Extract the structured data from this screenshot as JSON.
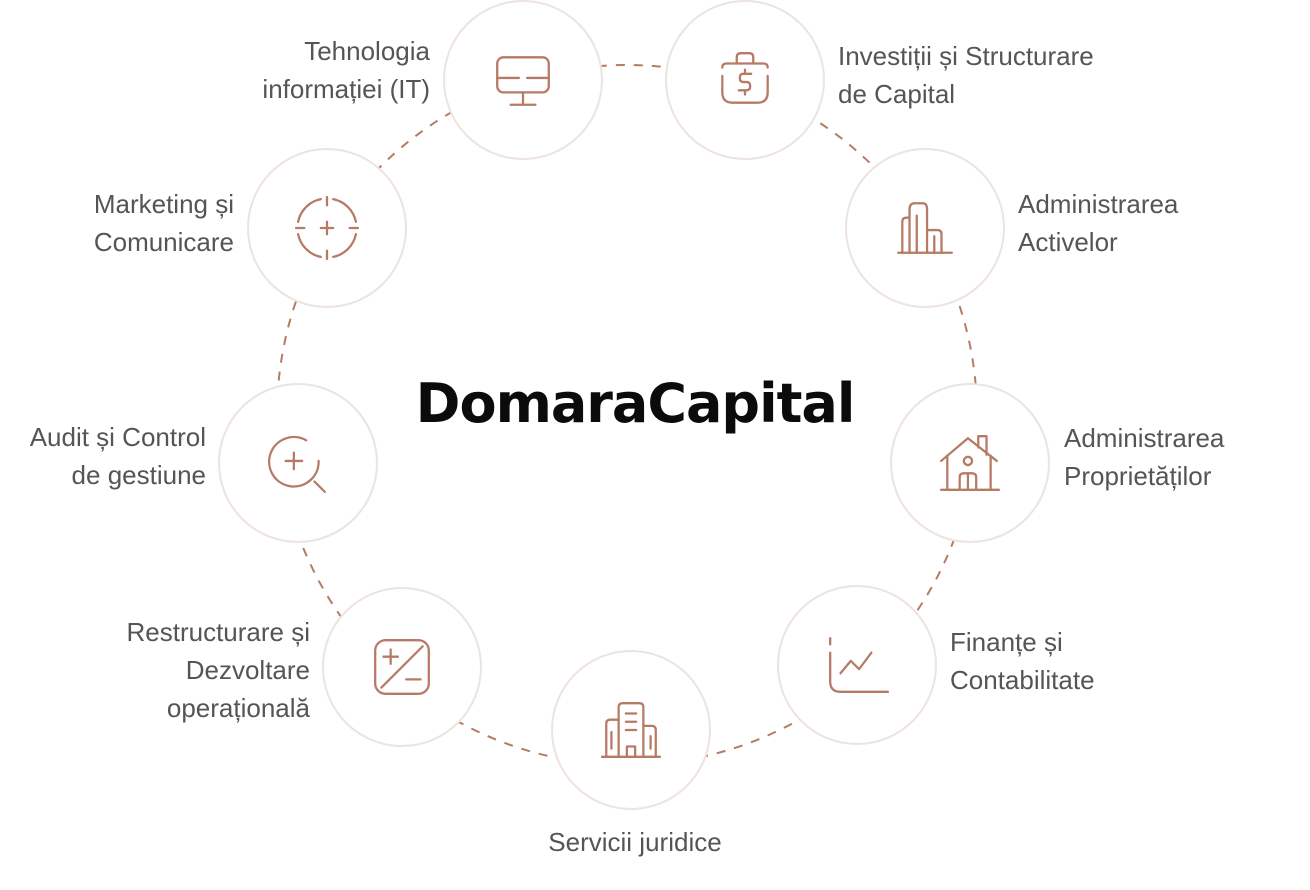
{
  "brand": "DomaraCapital",
  "colors": {
    "accent": "#b67a65",
    "circle_border": "#ede3df",
    "text": "#555555"
  },
  "services": [
    {
      "icon": "monitor-icon",
      "lines": [
        "Tehnologia",
        "informației (IT)"
      ]
    },
    {
      "icon": "money-bag-icon",
      "lines": [
        "Investiții și Structurare",
        "de Capital"
      ]
    },
    {
      "icon": "buildings-chart-icon",
      "lines": [
        "Administrarea",
        "Activelor"
      ]
    },
    {
      "icon": "house-icon",
      "lines": [
        "Administrarea",
        "Proprietăților"
      ]
    },
    {
      "icon": "line-chart-icon",
      "lines": [
        "Finanțe și",
        "Contabilitate"
      ]
    },
    {
      "icon": "office-building-icon",
      "lines": [
        "Servicii juridice"
      ]
    },
    {
      "icon": "plus-minus-icon",
      "lines": [
        "Restructurare și",
        "Dezvoltare",
        "operațională"
      ]
    },
    {
      "icon": "search-plus-icon",
      "lines": [
        "Audit și Control",
        "de gestiune"
      ]
    },
    {
      "icon": "target-icon",
      "lines": [
        "Marketing și",
        "Comunicare"
      ]
    }
  ]
}
